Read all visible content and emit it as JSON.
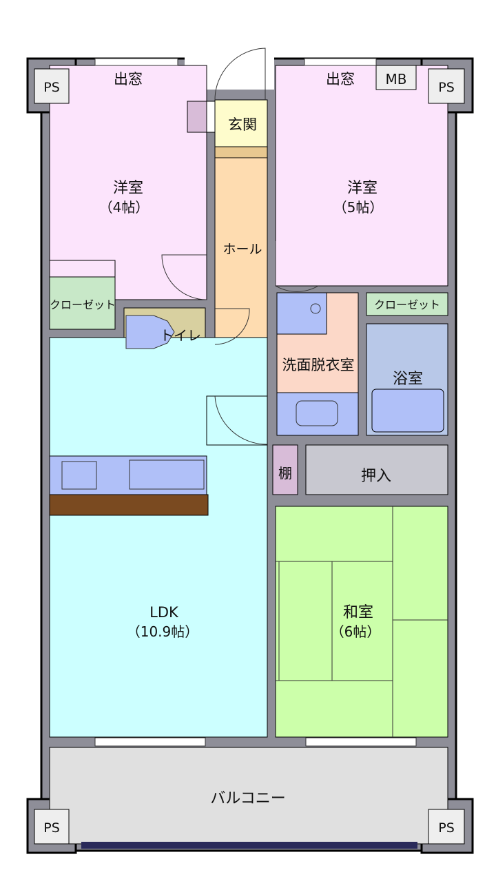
{
  "rooms": {
    "western_4": {
      "label": "洋室",
      "size": "（4帖）",
      "window": "出窓"
    },
    "western_5": {
      "label": "洋室",
      "size": "（5帖）",
      "window": "出窓"
    },
    "entrance": "玄関",
    "hall": "ホール",
    "toilet": "トイレ",
    "closet_left": "クローゼット",
    "closet_right": "クローゼット",
    "washroom": "洗面脱衣室",
    "bathroom": "浴室",
    "shelf": "棚",
    "oshiire": "押入",
    "ldk": {
      "label": "LDK",
      "size": "（10.9帖）"
    },
    "washitsu": {
      "label": "和室",
      "size": "（6帖）"
    },
    "balcony": "バルコニー",
    "mb": "MB",
    "ps": "PS"
  },
  "colors": {
    "western": "#fce4fc",
    "entrance": "#fefccc",
    "hall": "#fedcb0",
    "ldk": "#ccffff",
    "washitsu": "#ccffaa",
    "closet": "#c8e8c8",
    "toilet": "#d8d0a0",
    "washroom": "#fcd8c8",
    "bath": "#b8c8e8",
    "fixture": "#b0c0f8",
    "wall": "#8e8e98"
  }
}
